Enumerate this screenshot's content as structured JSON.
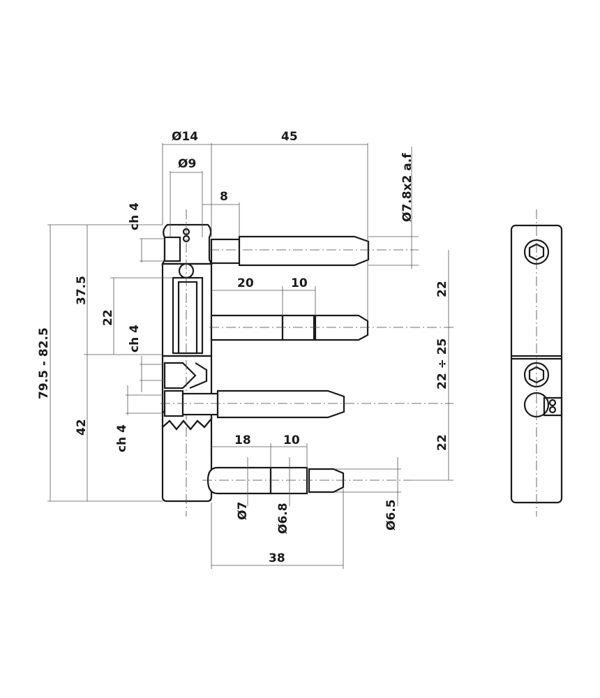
{
  "drawing": {
    "front_view": {
      "top_dims": {
        "d14": "Ø14",
        "d45": "45",
        "d9": "Ø9",
        "d8": "8",
        "af": "Ø7.8x2 a.f"
      },
      "left_dims": {
        "ch4_top": "ch 4",
        "d37_5": "37.5",
        "d22": "22",
        "ch4_mid": "ch 4",
        "overall": "79.5 - 82.5",
        "d42": "42",
        "ch4_low": "ch 4"
      },
      "pin_dims": {
        "d20": "20",
        "d10a": "10",
        "d18": "18",
        "d10b": "10",
        "d7": "Ø7",
        "d6_8": "Ø6.8",
        "d6_5": "Ø6.5",
        "d38": "38"
      },
      "right_dims": {
        "d22a": "22",
        "d22_25": "22 ÷ 25",
        "d22b": "22"
      }
    }
  }
}
